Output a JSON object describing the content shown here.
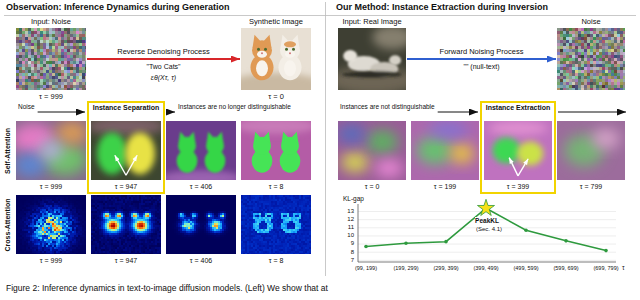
{
  "diagram": {
    "caption": "Figure 2: Inference dynamics in text-to-image diffusion models. (Left) We show that at",
    "nodes": [
      {
        "text": [
          "Input: Noise",
          "τ = 999"
        ]
      },
      {
        "text": [
          "Synthetic Image",
          "τ = 0"
        ]
      },
      {
        "text": [
          "Input: Real Image"
        ]
      },
      {
        "text": [
          "Noise"
        ]
      },
      {
        "text": [
          "Instance Separation"
        ]
      },
      {
        "text": [
          "τ = 999"
        ]
      },
      {
        "text": [
          "τ = 947"
        ],
        "in": 4
      },
      {
        "text": [
          "τ = 406"
        ]
      },
      {
        "text": [
          "τ = 8"
        ]
      },
      {
        "text": [
          "Instance Extraction"
        ]
      },
      {
        "text": [
          "τ = 0"
        ]
      },
      {
        "text": [
          "τ = 199"
        ]
      },
      {
        "text": [
          "τ = 399"
        ],
        "in": 9
      },
      {
        "text": [
          "τ = 799"
        ]
      },
      {
        "text": [
          "τ = 999"
        ]
      },
      {
        "text": [
          "τ = 947"
        ]
      },
      {
        "text": [
          "τ = 406"
        ]
      },
      {
        "text": [
          "τ = 8"
        ]
      }
    ],
    "edges": [
      {
        "from": 0,
        "to": 1,
        "arrow": "to",
        "label": "Reverse Denoising Process"
      },
      {
        "from": 2,
        "to": 3,
        "arrow": "to",
        "label": "Forward Noising Process"
      }
    ],
    "labels": [
      "Observation: Inference Dynamics during Generation",
      "Our Method: Instance Extraction during Inversion",
      "\"Two Cats\"",
      "εθ(Xτ, τ)",
      "\"\" (null-text)",
      "Self-Attention",
      "Cross-Attention",
      "Noise",
      "Instances are no longer distinguishable",
      "Instances are not distinguishable",
      "KL-gap",
      "13",
      "12",
      "11",
      "10",
      "9",
      "8",
      "7",
      "(99, 199)",
      "(199, 299)",
      "(299, 399)",
      "(399, 499)",
      "(499, 599)",
      "(599, 699)",
      "(699, 799)",
      "τ",
      "PeakKL",
      "(Sec. 4.1)"
    ]
  }
}
